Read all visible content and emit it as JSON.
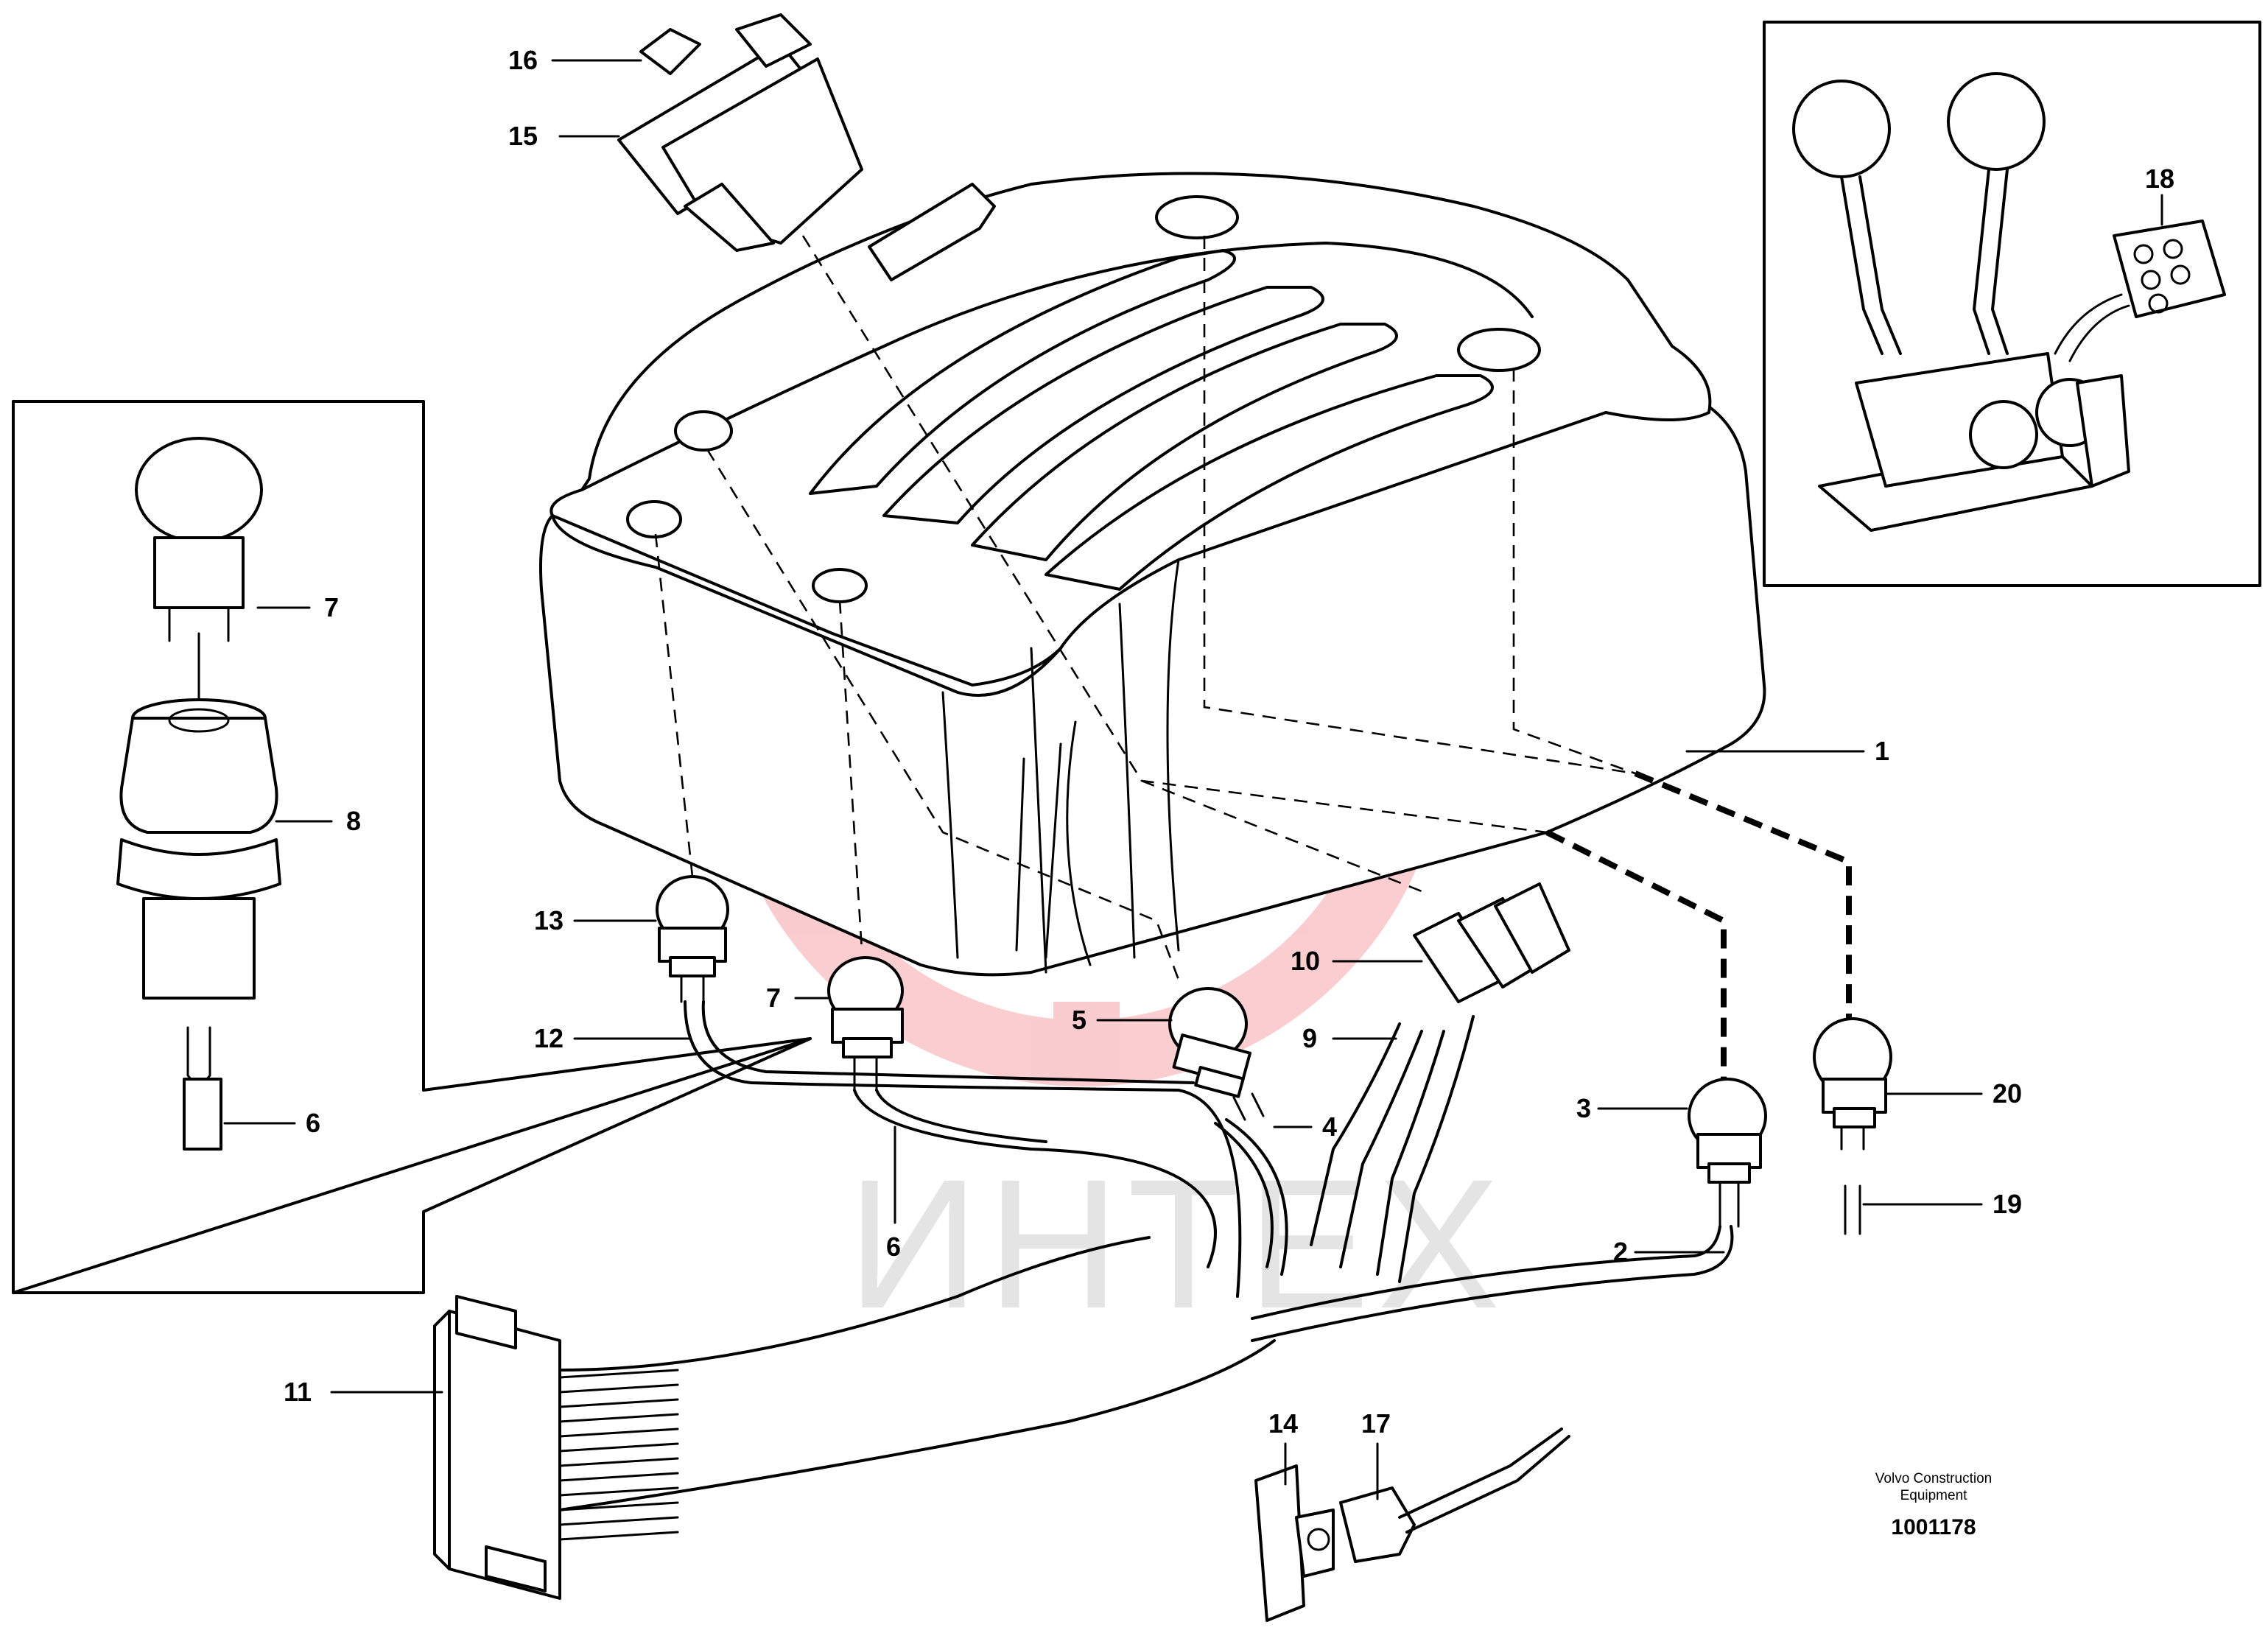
{
  "callouts": [
    {
      "id": "c1",
      "text": "1"
    },
    {
      "id": "c2",
      "text": "2"
    },
    {
      "id": "c3",
      "text": "3"
    },
    {
      "id": "c4",
      "text": "4"
    },
    {
      "id": "c5",
      "text": "5"
    },
    {
      "id": "c6a",
      "text": "6"
    },
    {
      "id": "c6b",
      "text": "6"
    },
    {
      "id": "c7a",
      "text": "7"
    },
    {
      "id": "c7b",
      "text": "7"
    },
    {
      "id": "c8",
      "text": "8"
    },
    {
      "id": "c9",
      "text": "9"
    },
    {
      "id": "c10",
      "text": "10"
    },
    {
      "id": "c11",
      "text": "11"
    },
    {
      "id": "c12",
      "text": "12"
    },
    {
      "id": "c13",
      "text": "13"
    },
    {
      "id": "c14",
      "text": "14"
    },
    {
      "id": "c15",
      "text": "15"
    },
    {
      "id": "c16",
      "text": "16"
    },
    {
      "id": "c17",
      "text": "17"
    },
    {
      "id": "c18",
      "text": "18"
    },
    {
      "id": "c19",
      "text": "19"
    },
    {
      "id": "c20",
      "text": "20"
    }
  ],
  "footer": {
    "brand_line1": "Volvo Construction",
    "brand_line2": "Equipment",
    "doc_number": "1001178"
  },
  "watermark": {
    "text": "ИНТЕХ",
    "color": "#e8202a"
  }
}
